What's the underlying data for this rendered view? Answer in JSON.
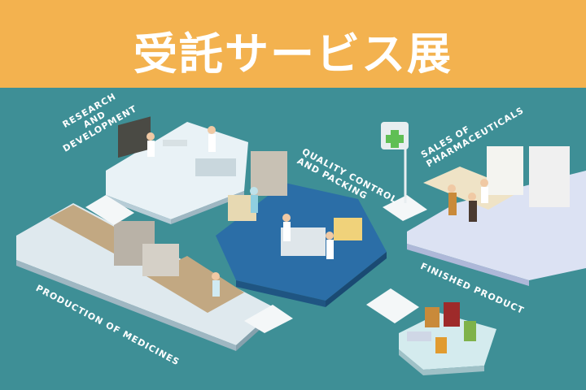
{
  "banner": {
    "title": "受託サービス展",
    "color": "#f3b24f"
  },
  "scene": {
    "background": "#3e8f96",
    "zones": {
      "research": "RESEARCH\nAND\nDEVELOPMENT",
      "quality": "QUALITY CONTROL\nAND PACKING",
      "sales": "SALES OF\nPHARMACEUTICALS",
      "production": "PRODUCTION OF MEDICINES",
      "finished": "FINISHED PRODUCT"
    }
  }
}
